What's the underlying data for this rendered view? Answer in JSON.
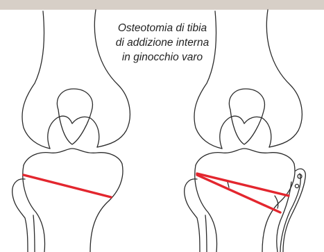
{
  "caption": {
    "lines": [
      "Osteotomia di tibia",
      "di addizione interna",
      "in ginocchio varo"
    ]
  },
  "colors": {
    "band": "#d7cfc7",
    "line_art": "#2a2a2a",
    "cut_line": "#e3262e",
    "background": "#ffffff"
  }
}
